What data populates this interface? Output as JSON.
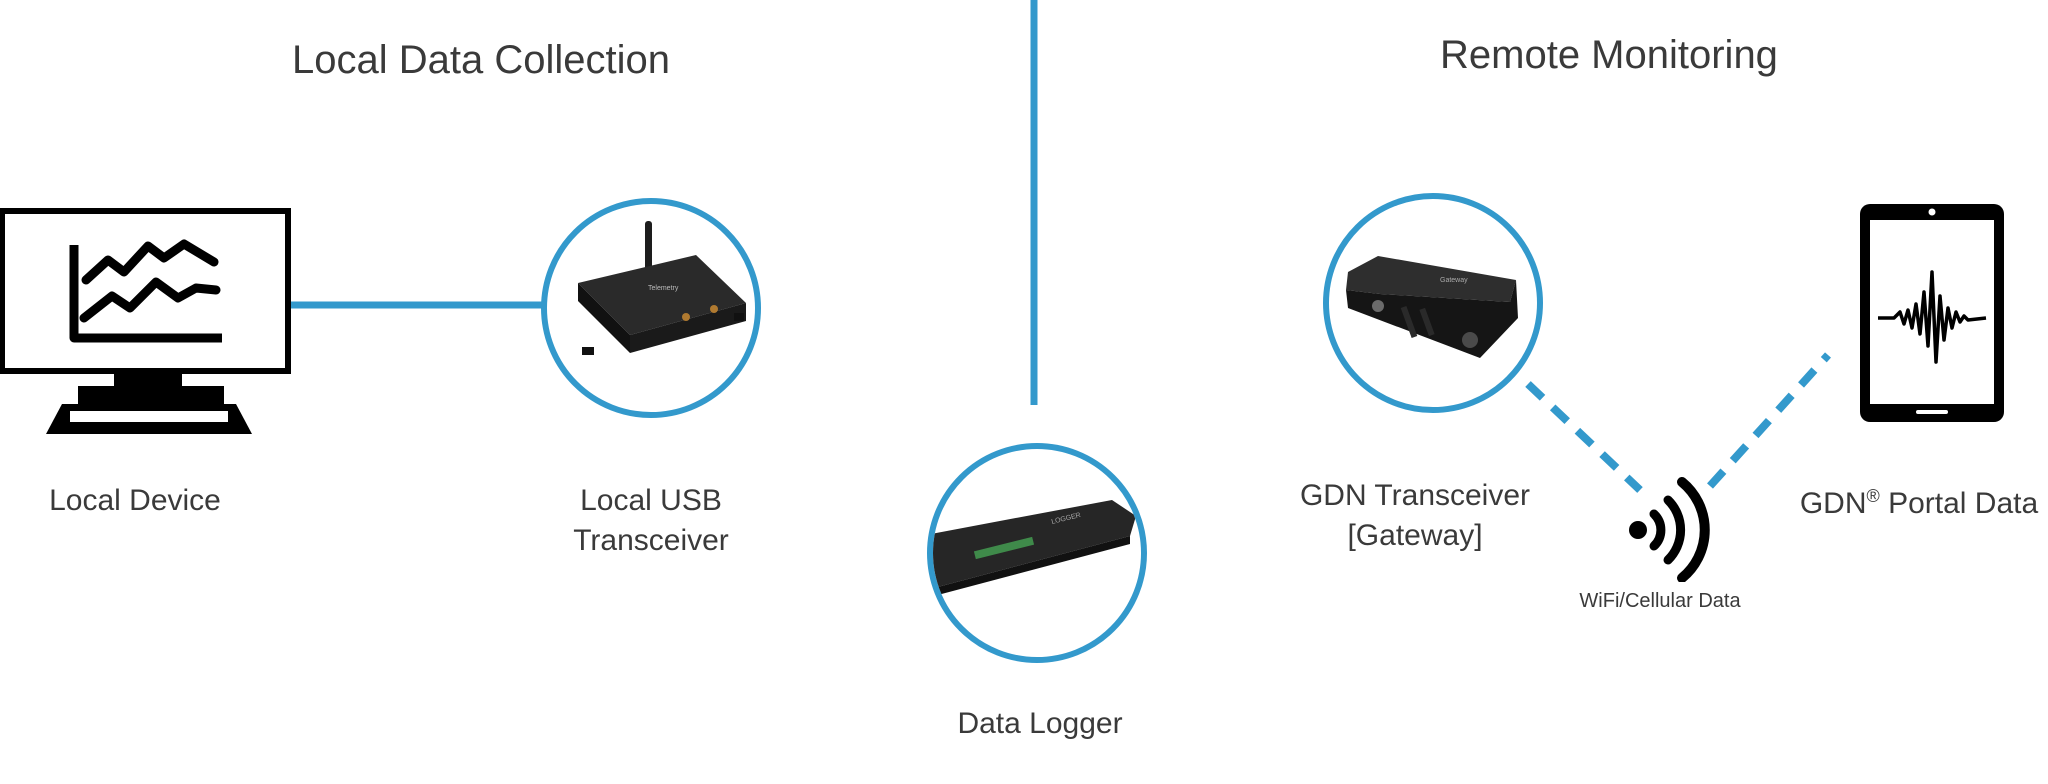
{
  "sections": {
    "local": {
      "title": "Local Data Collection"
    },
    "remote": {
      "title": "Remote Monitoring"
    }
  },
  "nodes": {
    "local_device": {
      "label": "Local Device",
      "icon": "monitor-chart-icon"
    },
    "usb_transceiver": {
      "label_line1": "Local USB",
      "label_line2": "Transceiver",
      "icon": "usb-transceiver-icon"
    },
    "data_logger": {
      "label": "Data Logger",
      "icon": "data-logger-icon"
    },
    "gdn_transceiver": {
      "label_line1": "GDN Transceiver",
      "label_line2": "[Gateway]",
      "icon": "gateway-transceiver-icon"
    },
    "wireless": {
      "label": "WiFi/Cellular Data",
      "icon": "wifi-signal-icon"
    },
    "portal": {
      "label_prefix": "GDN",
      "label_reg": "®",
      "label_suffix": " Portal Data",
      "icon": "tablet-waveform-icon"
    }
  },
  "colors": {
    "accent": "#3399CC",
    "device": "#000000",
    "hardware": "#1d1d1d",
    "text": "#3a3a3a"
  }
}
